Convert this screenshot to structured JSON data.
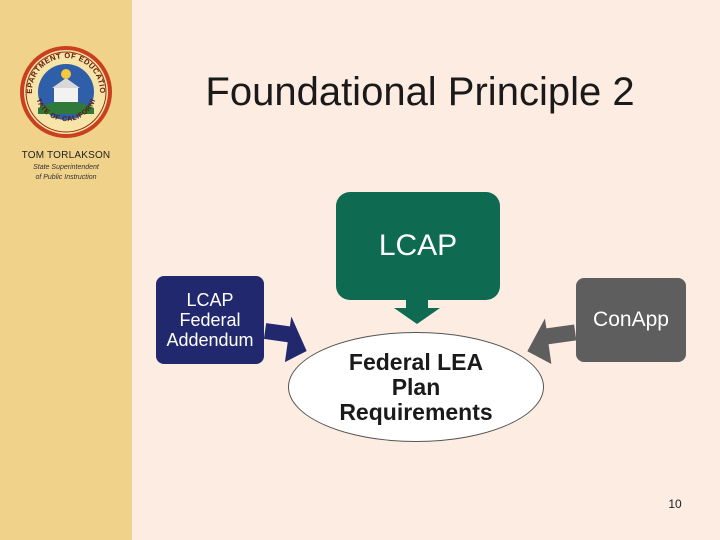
{
  "sidebar": {
    "seal_text_top": "DEPARTMENT OF EDUCATION",
    "seal_text_bottom": "STATE OF CALIFORNIA",
    "person_name": "TOM TORLAKSON",
    "person_title_line1": "State Superintendent",
    "person_title_line2": "of Public Instruction"
  },
  "slide": {
    "title": "Foundational Principle 2",
    "page_number": "10"
  },
  "diagram": {
    "lcap": "LCAP",
    "addendum_lines": [
      "LCAP",
      "Federal",
      "Addendum"
    ],
    "conapp": "ConApp",
    "center_lines": [
      "Federal LEA",
      "Plan",
      "Requirements"
    ]
  },
  "colors": {
    "background": "#fdece2",
    "sidebar": "#f0d28a",
    "lcap": "#0e6b52",
    "addendum": "#22286e",
    "conapp": "#5e5e5e"
  }
}
